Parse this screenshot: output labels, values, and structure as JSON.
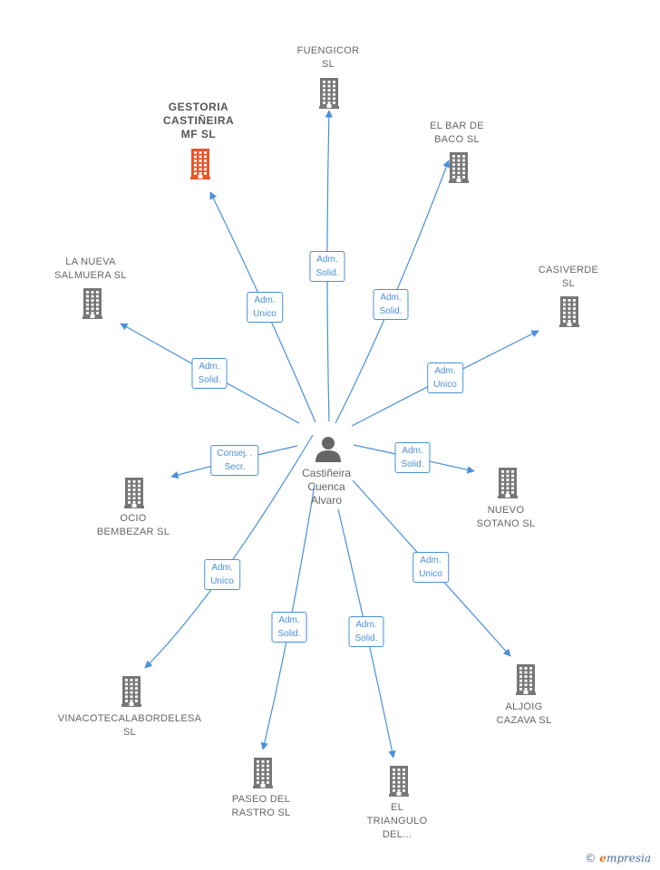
{
  "colors": {
    "edge": "#4a90d9",
    "building": "#777777",
    "building_highlight": "#e8562a",
    "person": "#666666",
    "text": "#666666"
  },
  "center": {
    "name": "Castiñeira\nCuenca\nAlvaro",
    "icon": "person-icon"
  },
  "companies": [
    {
      "id": "fuengicor",
      "name": "FUENGICOR\nSL",
      "role": "Adm.\nSolid.",
      "highlight": false
    },
    {
      "id": "el-bar-de-baco",
      "name": "EL BAR DE\nBACO  SL",
      "role": "Adm.\nSolid.",
      "highlight": false
    },
    {
      "id": "gestoria-castineira",
      "name": "GESTORIA\nCASTIÑEIRA\nMF  SL",
      "role": "Adm.\nUnico",
      "highlight": true
    },
    {
      "id": "la-nueva-salmuera",
      "name": "LA NUEVA\nSALMUERA  SL",
      "role": "Adm.\nSolid.",
      "highlight": false
    },
    {
      "id": "casiverde",
      "name": "CASIVERDE\nSL",
      "role": "Adm.\nUnico",
      "highlight": false
    },
    {
      "id": "ocio-bembezar",
      "name": "OCIO\nBEMBEZAR  SL",
      "role": "Consej. .\nSecr.",
      "highlight": false
    },
    {
      "id": "nuevo-sotano",
      "name": "NUEVO\nSOTANO  SL",
      "role": "Adm.\nSolid.",
      "highlight": false
    },
    {
      "id": "vinacotecalabordelesa",
      "name": "VINACOTECALABORDELESA\nSL",
      "role": "Adm.\nUnico",
      "highlight": false
    },
    {
      "id": "aljoig-cazava",
      "name": "ALJOIG\nCAZAVA  SL",
      "role": "Adm.\nUnico",
      "highlight": false
    },
    {
      "id": "paseo-del-rastro",
      "name": "PASEO DEL\nRASTRO  SL",
      "role": "Adm.\nSolid.",
      "highlight": false
    },
    {
      "id": "el-triangulo",
      "name": "EL\nTRIANGULO\nDEL...",
      "role": "Adm.\nSolid.",
      "highlight": false
    }
  ],
  "watermark": {
    "copyright": "©",
    "brand_first": "e",
    "brand_rest": "mpresia"
  }
}
